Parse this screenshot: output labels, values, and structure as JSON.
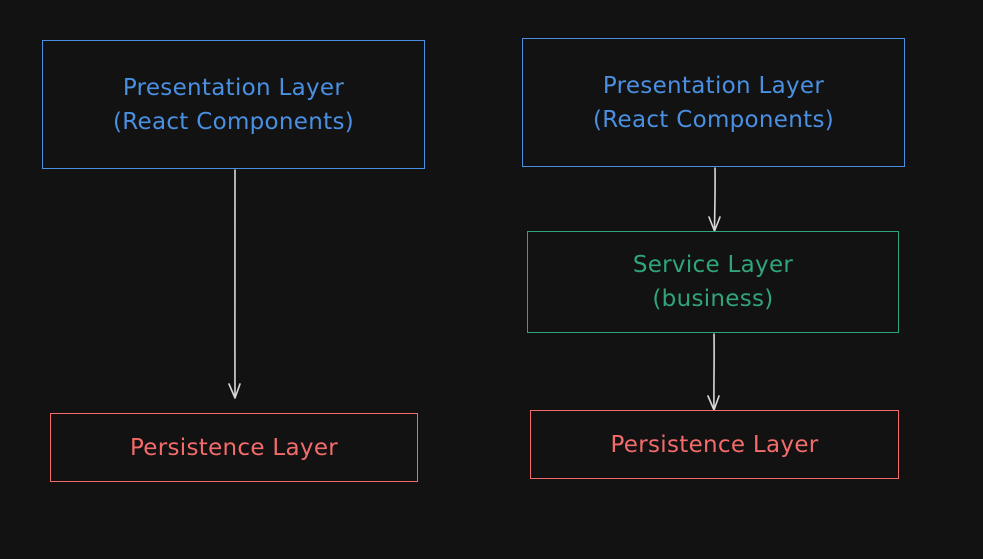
{
  "colors": {
    "background": "#121212",
    "presentation": "#4a90e2",
    "service": "#2fa57a",
    "persistence": "#f36b6b",
    "arrow": "#d9d9d9"
  },
  "left_diagram": {
    "presentation": {
      "line1": "Presentation Layer",
      "line2": "(React Components)"
    },
    "persistence": {
      "label": "Persistence Layer"
    }
  },
  "right_diagram": {
    "presentation": {
      "line1": "Presentation Layer",
      "line2": "(React Components)"
    },
    "service": {
      "line1": "Service Layer",
      "line2": "(business)"
    },
    "persistence": {
      "label": "Persistence Layer"
    }
  }
}
